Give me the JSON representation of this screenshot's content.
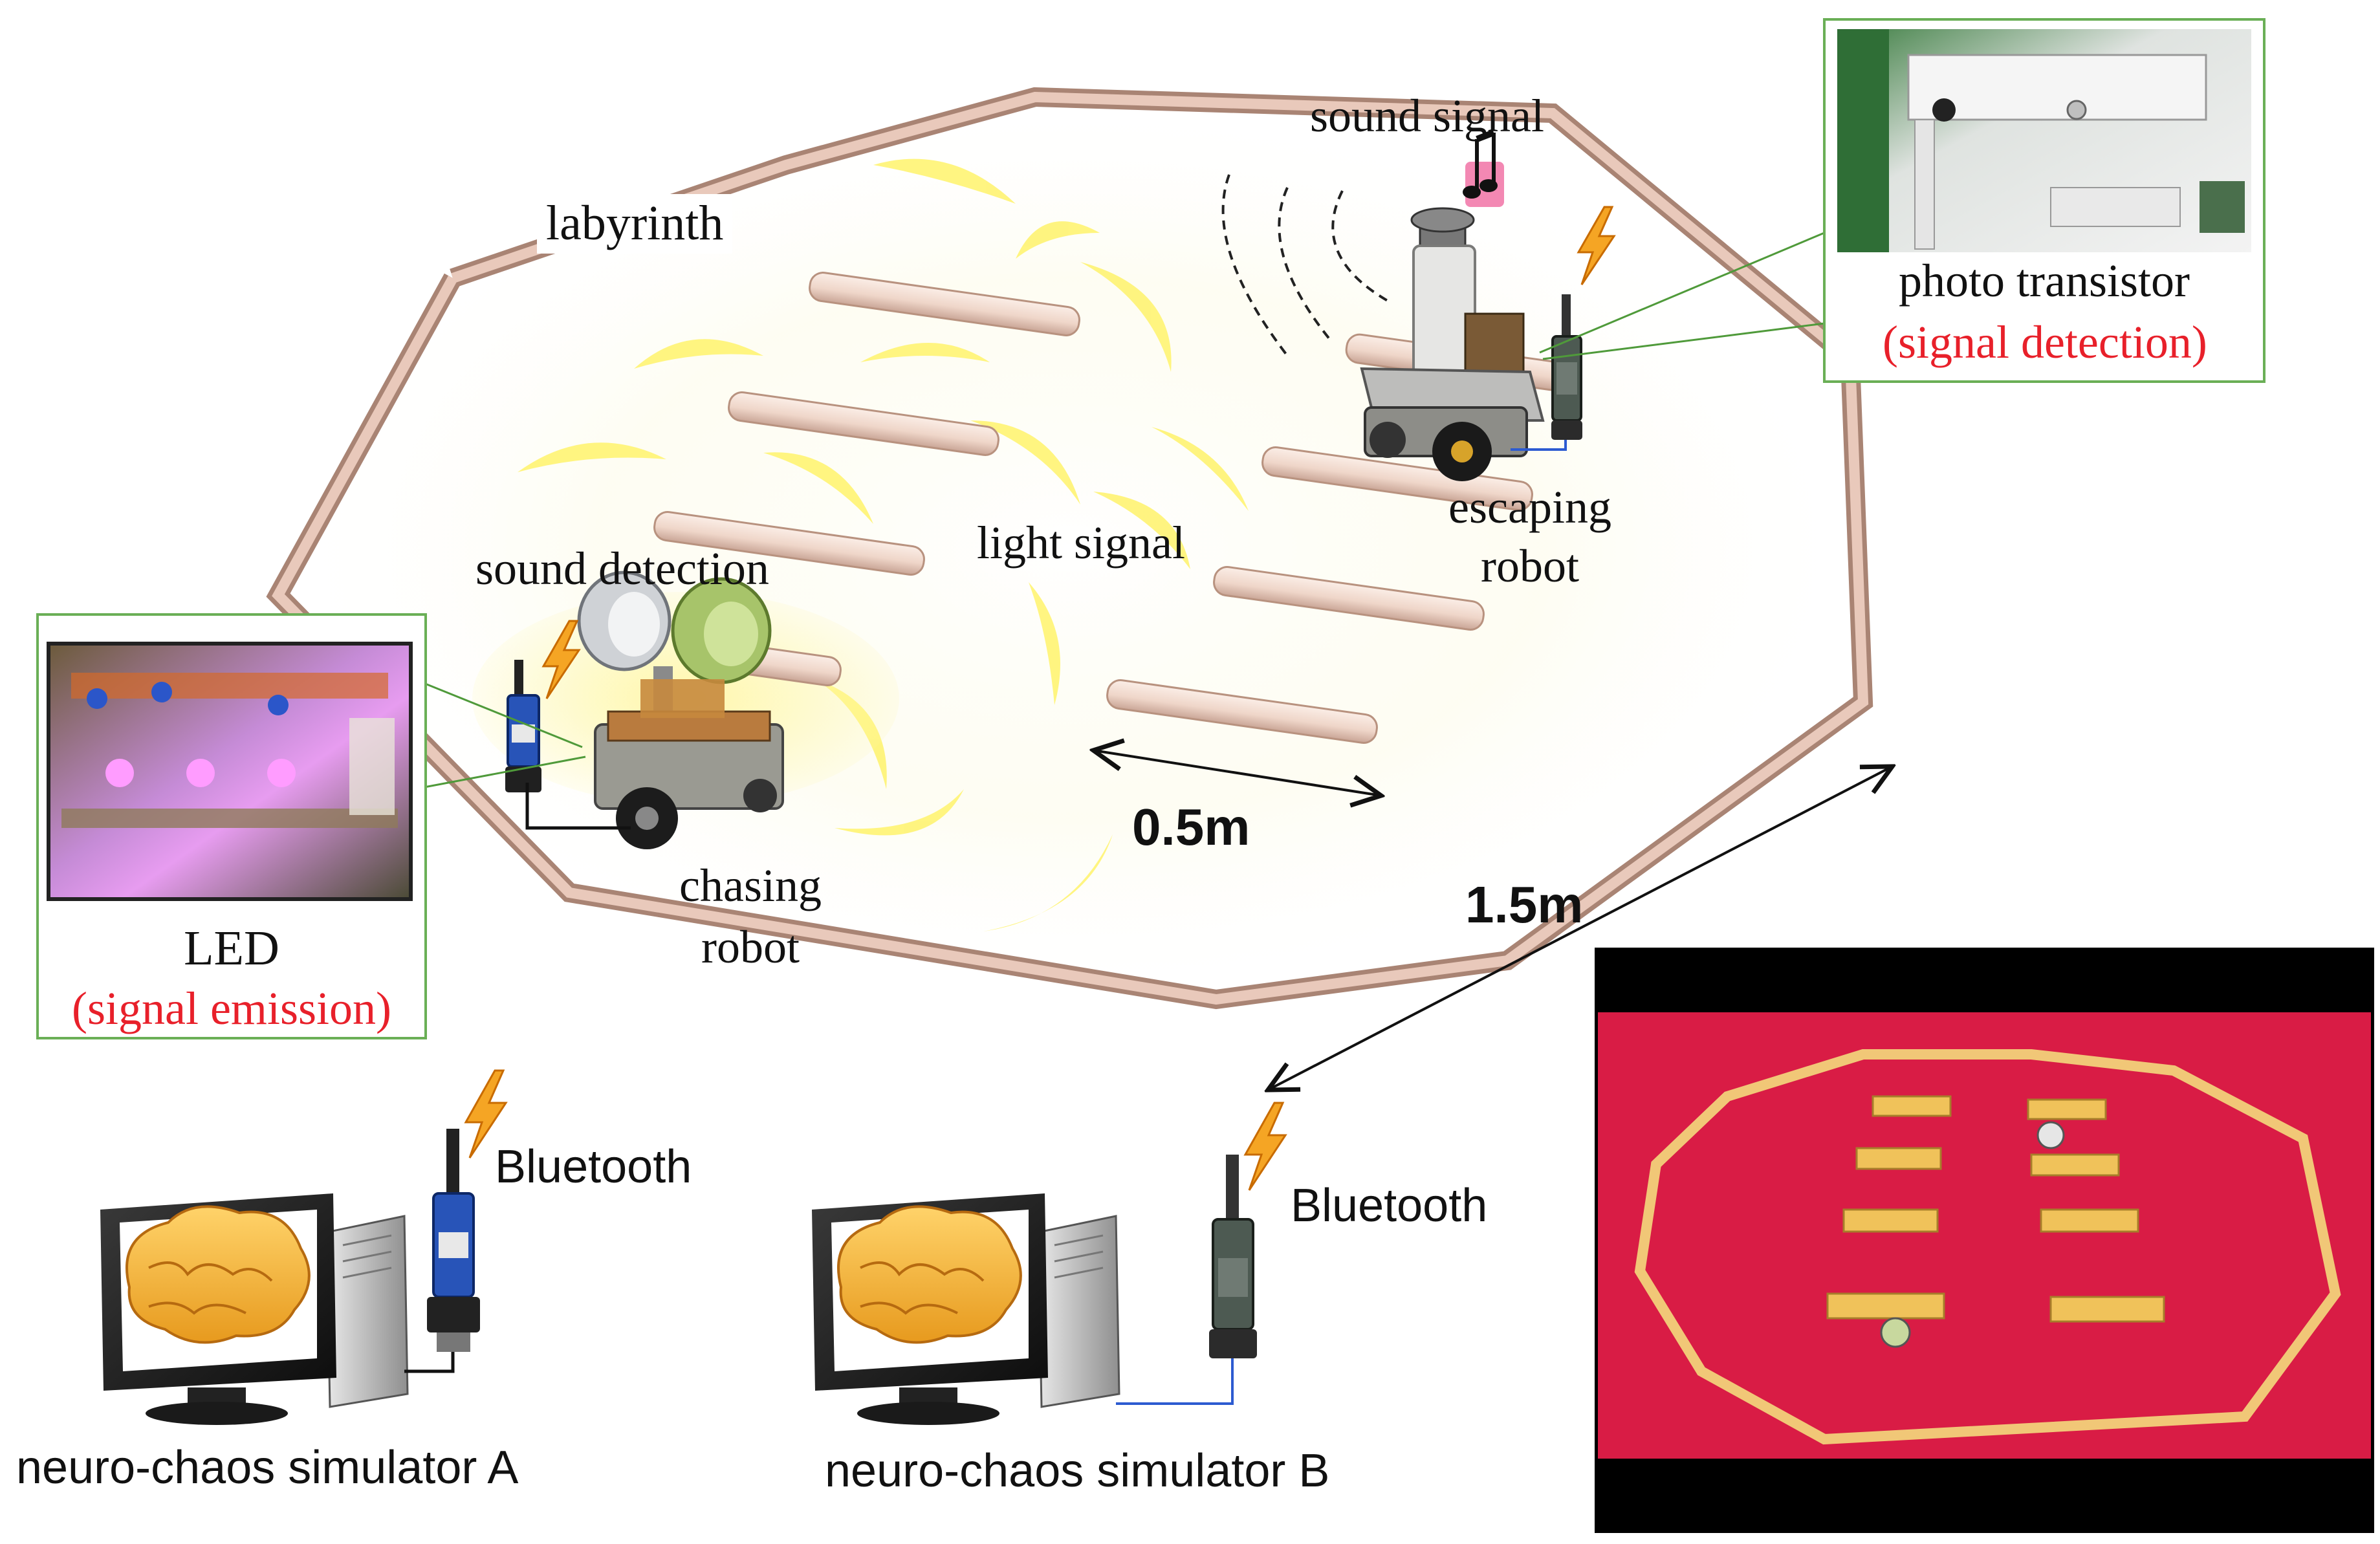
{
  "colors": {
    "wall": "#d9b4a4",
    "wall_edge": "#a07a6a",
    "light": "#fff36b",
    "frame": "#6aaf56",
    "arena_floor": "#d91c45",
    "emphasis_text": "#e8202a"
  },
  "labels": {
    "labyrinth": "labyrinth",
    "sound_signal": "sound signal",
    "photo_transistor": "photo transistor",
    "signal_detection": "(signal  detection)",
    "escaping_robot_1": "escaping",
    "escaping_robot_2": "robot",
    "light_signal": "light  signal",
    "sound_detection": "sound  detection",
    "led": "LED",
    "signal_emission": "(signal  emission)",
    "chasing_robot_1": "chasing",
    "chasing_robot_2": "robot",
    "dist_small": "0.5m",
    "dist_large": "1.5m",
    "bluetooth_a": "Bluetooth",
    "bluetooth_b": "Bluetooth",
    "simulator_a": "neuro-chaos  simulator A",
    "simulator_b": "neuro-chaos  simulator B"
  },
  "icons": [
    "brain-icon",
    "monitor-icon",
    "computer-tower-icon",
    "bluetooth-module-icon",
    "lightning-icon",
    "music-note-icon",
    "chasing-robot-icon",
    "escaping-robot-icon",
    "led-board-photo",
    "photo-transistor-photo",
    "arena-photo"
  ]
}
